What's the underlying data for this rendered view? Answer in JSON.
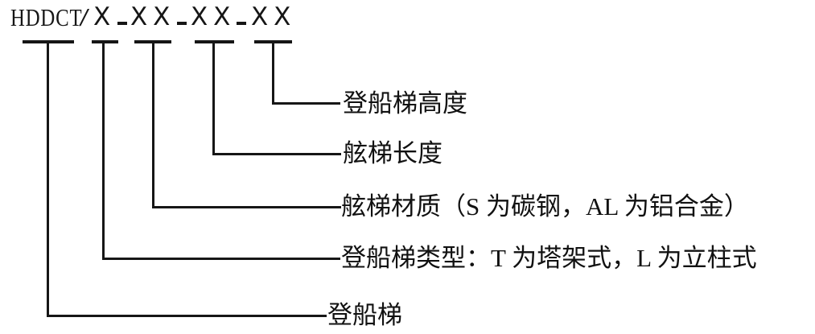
{
  "figure": {
    "model_code_text": "HDDCT / X-XX-XX-XX",
    "prefix": "HDDCT",
    "slash": "/",
    "separator": "-",
    "code_groups": [
      "X",
      "X X",
      "X X",
      "X X"
    ],
    "labels": [
      {
        "text": "登船梯高度",
        "connects_to_segment": 4
      },
      {
        "text": "舷梯长度",
        "connects_to_segment": 3
      },
      {
        "text": "舷梯材质（S 为碳钢，AL 为铝合金）",
        "connects_to_segment": 2
      },
      {
        "text": "登船梯类型：T 为塔架式，L 为立柱式",
        "connects_to_segment": 1
      },
      {
        "text": "登船梯",
        "connects_to_segment": 0
      }
    ]
  }
}
